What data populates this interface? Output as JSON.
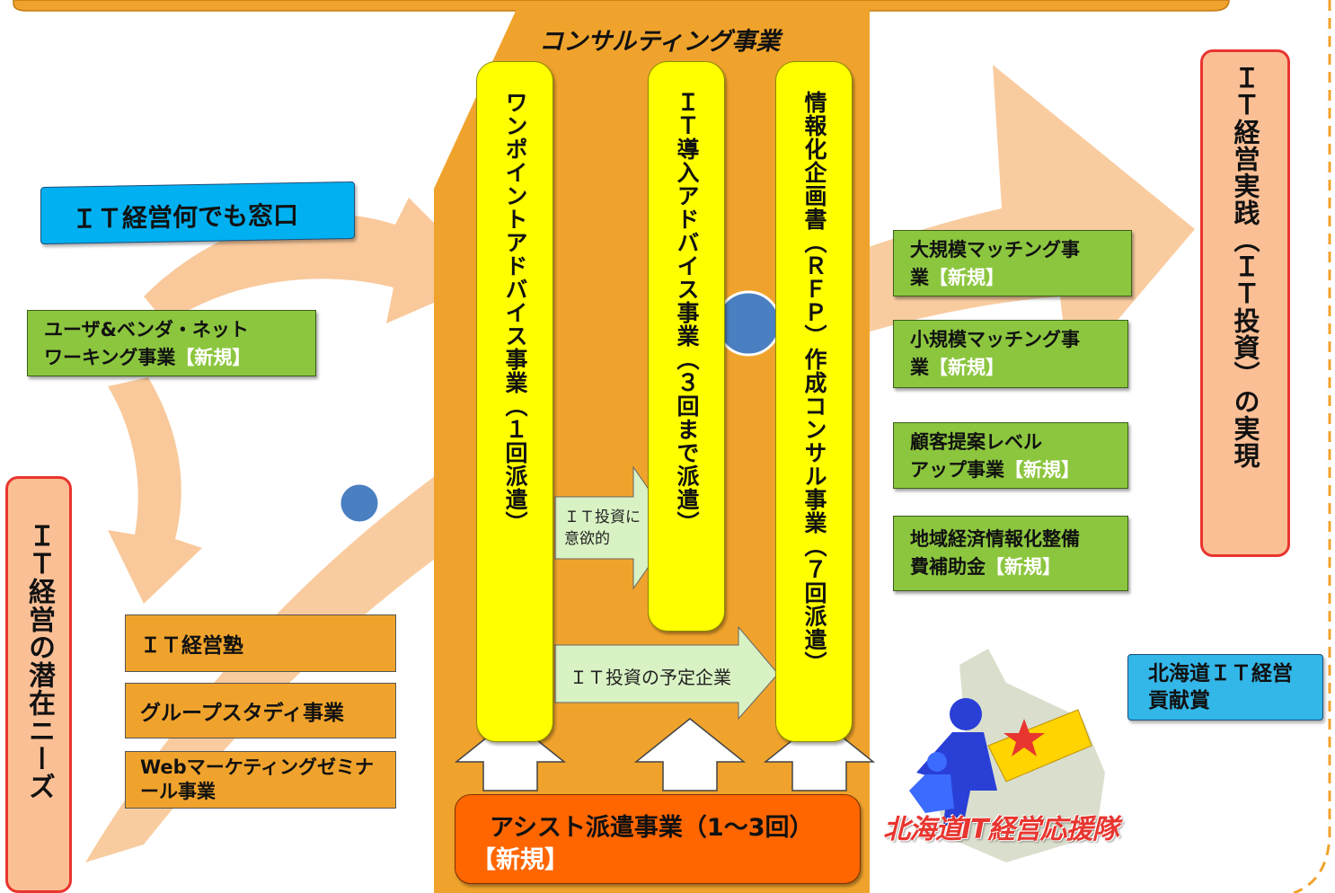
{
  "consulting_title": "コンサルティング事業",
  "window_banner": "ＩＴ経営何でも窓口",
  "networking": {
    "line1": "ユーザ&ベンダ・ネット",
    "line2": "ワーキング事業",
    "tag": "【新規】"
  },
  "left_boxes": [
    "ＩＴ経営塾",
    "グループスタディ事業",
    "Webマーケティングゼミナール事業"
  ],
  "left_needs": "ＩＴ経営の潜在ニーズ",
  "pillars": [
    "ワンポイントアドバイス事業（１回派遣）",
    "ＩＴ導入アドバイス事業（３回まで派遣）",
    "情報化企画書（ＲＦＰ）作成コンサル事業（７回派遣）"
  ],
  "arrow_label_1": "ＩＴ投資に意欲的",
  "arrow_label_2": "ＩＴ投資の予定企業",
  "assist": {
    "line1": "アシスト派遣事業（1～3回）",
    "line2": "【新規】"
  },
  "right_boxes": [
    {
      "line1": "大規模マッチング事",
      "line2": "業",
      "tag": "【新規】"
    },
    {
      "line1": "小規模マッチング事",
      "line2": "業",
      "tag": "【新規】"
    },
    {
      "line1": "顧客提案レベル",
      "line2": "アップ事業",
      "tag": "【新規】"
    },
    {
      "line1": "地域経済情報化整備",
      "line2": "費補助金",
      "tag": "【新規】"
    }
  ],
  "right_goal": "ＩＴ経営実践（ＩＴ投資）の実現",
  "award": "北海道ＩＴ経営貢献賞",
  "logo_text": "北海道IT経営応援隊",
  "colors": {
    "orange": "#f0a32c",
    "yellow": "#ffff00",
    "green": "#8cc63f",
    "blue": "#00b0f0",
    "salmon": "#fbbf95",
    "red_border": "#e8352f",
    "assist_orange": "#ff6600",
    "peach_arrow": "#f9c99b"
  }
}
